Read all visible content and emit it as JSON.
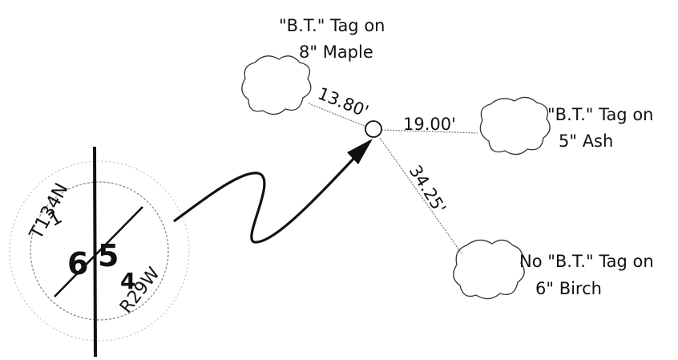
{
  "colors": {
    "ink": "#111111",
    "faint": "#9a9a9a",
    "background": "#ffffff"
  },
  "section_corner": {
    "township": "T134N",
    "range": "R29W",
    "sections": [
      "1",
      "6",
      "5",
      "4"
    ]
  },
  "trees": [
    {
      "label_lines": [
        "\"B.T.\" Tag on",
        "8\" Maple"
      ]
    },
    {
      "label_lines": [
        "\"B.T.\" Tag on",
        "5\" Ash"
      ]
    },
    {
      "label_lines": [
        "No \"B.T.\" Tag on",
        "6\" Birch"
      ]
    }
  ],
  "distances": [
    "13.80'",
    "19.00'",
    "34.25'"
  ]
}
